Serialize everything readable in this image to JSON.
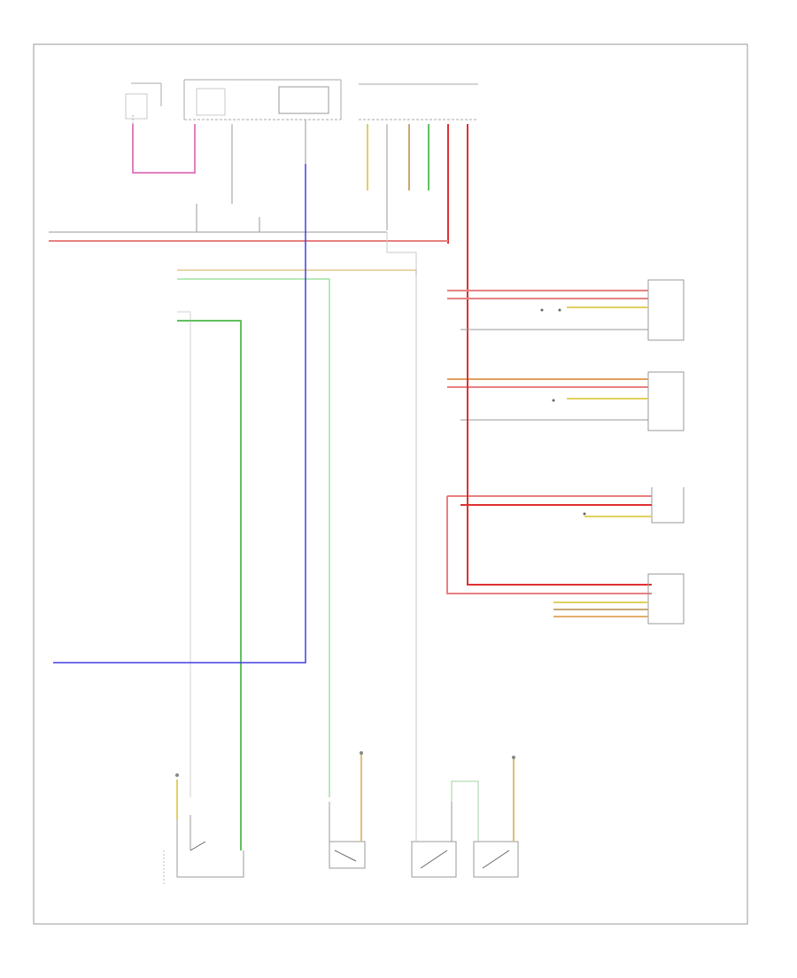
{
  "figure_id": "",
  "colors": {
    "pink": "#e080c0",
    "red": "#e03030",
    "yellow": "#e0d060",
    "green": "#60c060",
    "blue": "#4040e0",
    "gray": "#909090",
    "tan": "#c8a870",
    "light": "#c8c8c8"
  },
  "components": [
    {
      "id": "junction-box",
      "label": ""
    },
    {
      "id": "fuse-box",
      "label": ""
    },
    {
      "id": "front-left-module",
      "label": ""
    },
    {
      "id": "front-right-module",
      "label": ""
    },
    {
      "id": "left-rear-module",
      "label": ""
    },
    {
      "id": "right-rear-module",
      "label": ""
    },
    {
      "id": "switch-1",
      "label": ""
    },
    {
      "id": "switch-2",
      "label": ""
    },
    {
      "id": "switch-3",
      "label": ""
    },
    {
      "id": "switch-4",
      "label": ""
    }
  ]
}
